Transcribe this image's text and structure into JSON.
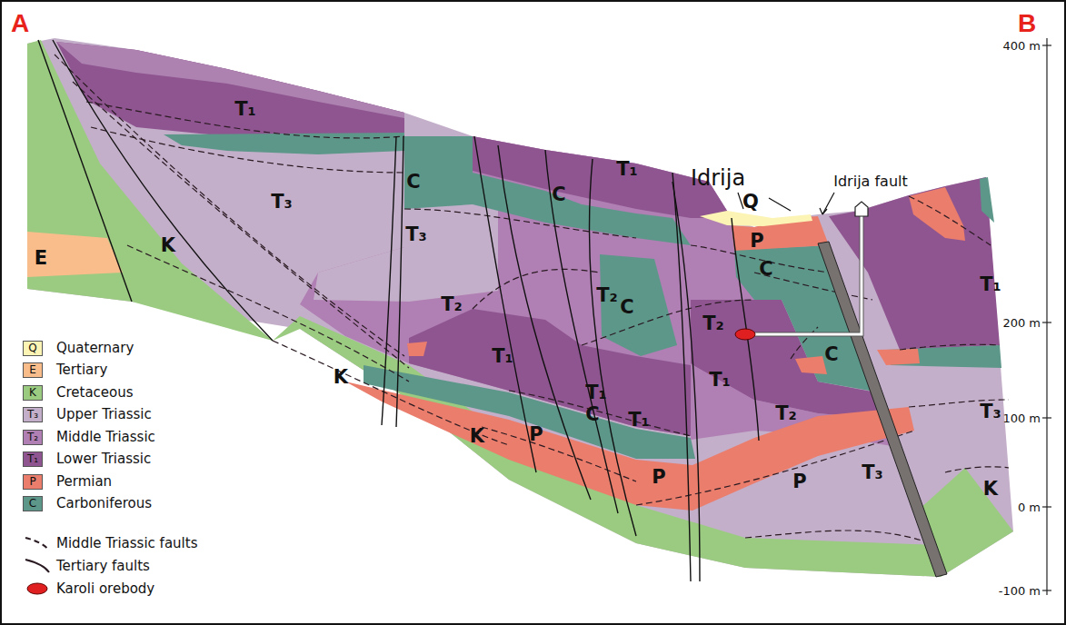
{
  "diagram": {
    "labels": [
      "A",
      "B",
      "T₁",
      "T₃",
      "E",
      "K",
      "C",
      "C",
      "T₁",
      "T₃",
      "T₂",
      "T₂",
      "C",
      "T₂",
      "T₁",
      "T₁",
      "T₁",
      "T₁",
      "C",
      "P",
      "K",
      "K",
      "P",
      "T₂",
      "P",
      "T₃",
      "C",
      "P",
      "C",
      "Idrija",
      "Q",
      "Idrija fault",
      "T₁",
      "T₃",
      "K",
      "400 m",
      "200 m",
      "100 m",
      "0 m",
      "-100 m",
      "Q",
      "E",
      "K",
      "T₃",
      "T₂",
      "T₁",
      "P",
      "C"
    ],
    "legend": [
      {
        "text": "Quaternary",
        "color": "#fcf4b4"
      },
      {
        "text": "Tertiary",
        "color": "#f9bd8b"
      },
      {
        "text": "Cretaceous",
        "color": "#9acb80"
      },
      {
        "text": "Upper Triassic",
        "color": "#c4afca"
      },
      {
        "text": "Middle Triassic",
        "color": "#b07fb3"
      },
      {
        "text": "Lower Triassic",
        "color": "#8f5590"
      },
      {
        "text": "Permian",
        "color": "#ea7d6c"
      },
      {
        "text": "Carboniferous",
        "color": "#5d978a"
      },
      {
        "text": "Middle Triassic faults"
      },
      {
        "text": "Tertiary faults"
      },
      {
        "text": "Karoli orebody"
      }
    ]
  }
}
